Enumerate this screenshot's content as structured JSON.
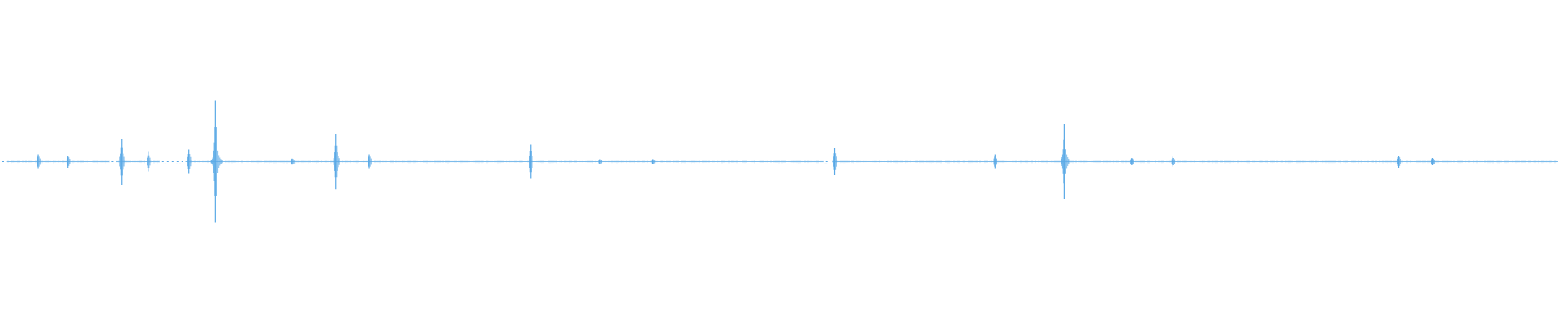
{
  "waveform": {
    "color": "#5aa9e6",
    "background": "#ffffff",
    "duration_fraction_spikes": [
      {
        "pos": 0.0245,
        "amp": 0.12
      },
      {
        "pos": 0.0436,
        "amp": 0.1
      },
      {
        "pos": 0.078,
        "amp": 0.38
      },
      {
        "pos": 0.0952,
        "amp": 0.16
      },
      {
        "pos": 0.1212,
        "amp": 0.2
      },
      {
        "pos": 0.1382,
        "amp": 1.0
      },
      {
        "pos": 0.1875,
        "amp": 0.05
      },
      {
        "pos": 0.2155,
        "amp": 0.45
      },
      {
        "pos": 0.237,
        "amp": 0.12
      },
      {
        "pos": 0.3405,
        "amp": 0.28
      },
      {
        "pos": 0.385,
        "amp": 0.04
      },
      {
        "pos": 0.419,
        "amp": 0.04
      },
      {
        "pos": 0.5357,
        "amp": 0.22
      },
      {
        "pos": 0.6387,
        "amp": 0.12
      },
      {
        "pos": 0.683,
        "amp": 0.62
      },
      {
        "pos": 0.7265,
        "amp": 0.06
      },
      {
        "pos": 0.7528,
        "amp": 0.08
      },
      {
        "pos": 0.8977,
        "amp": 0.1
      },
      {
        "pos": 0.9195,
        "amp": 0.06
      }
    ],
    "gaps": [
      {
        "start": 0.0,
        "end": 0.0045
      },
      {
        "start": 0.07,
        "end": 0.0745
      },
      {
        "start": 0.1025,
        "end": 0.119
      },
      {
        "start": 0.5285,
        "end": 0.534
      }
    ]
  }
}
